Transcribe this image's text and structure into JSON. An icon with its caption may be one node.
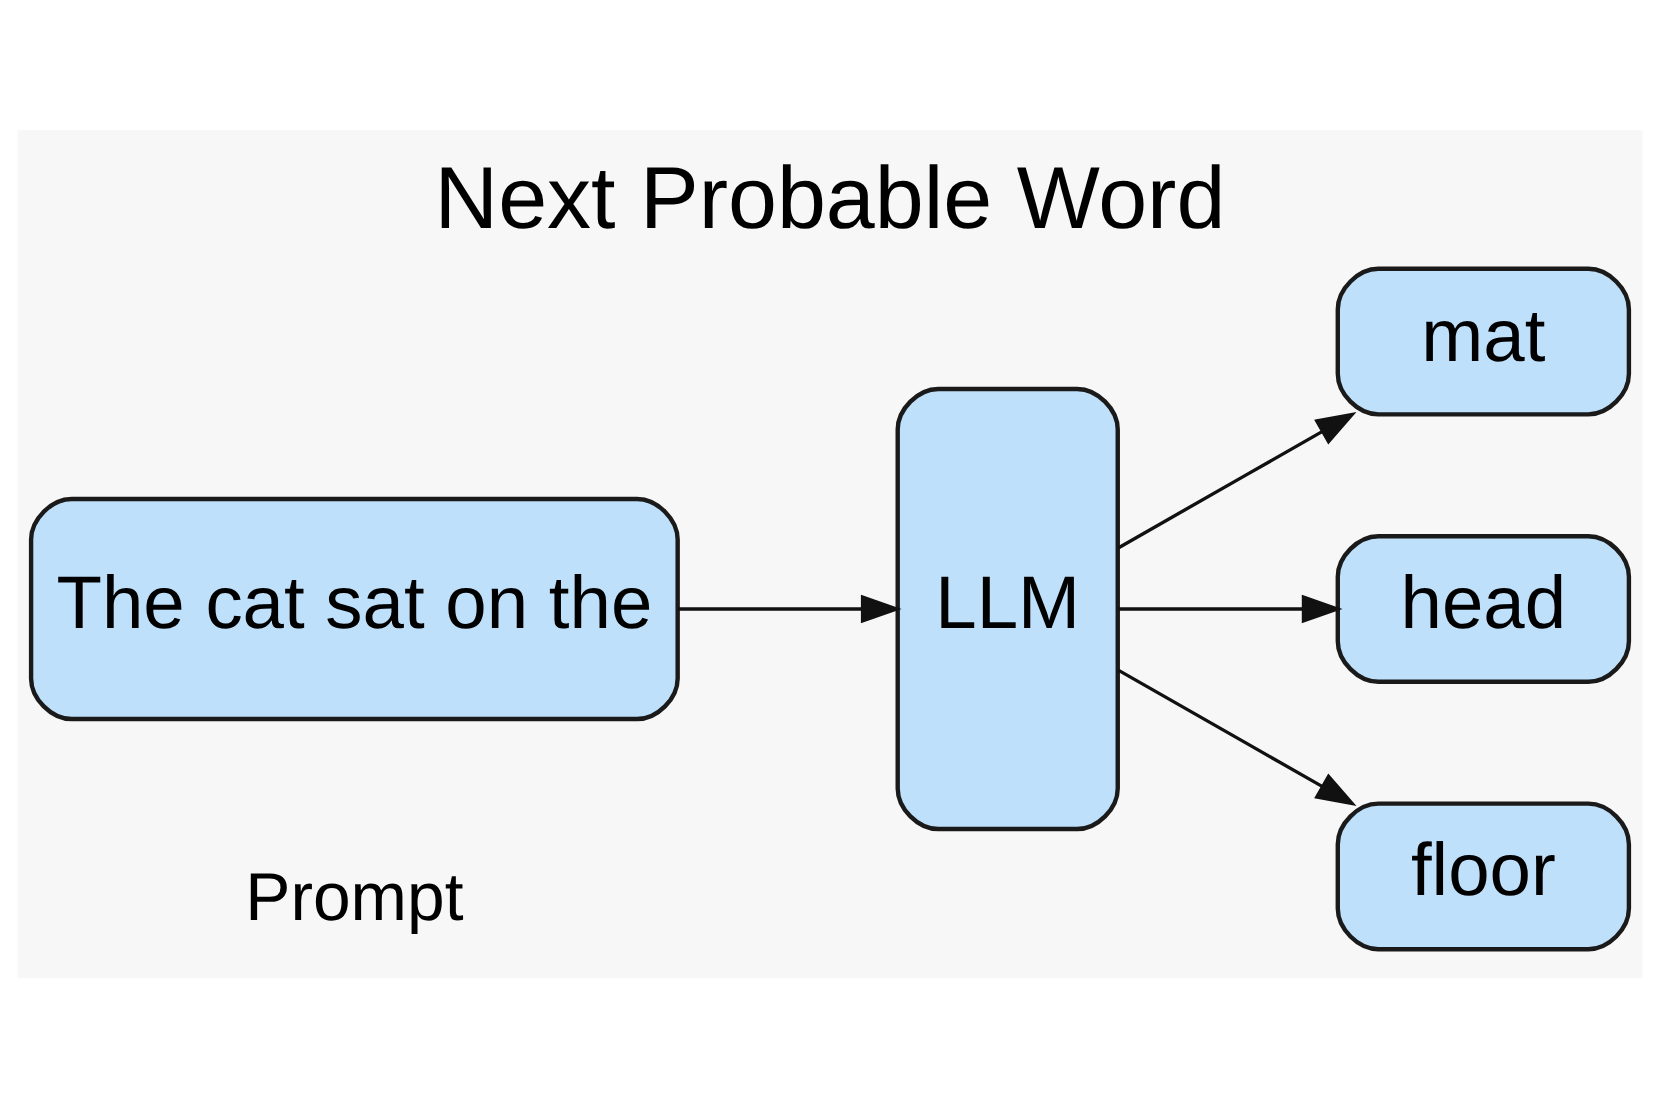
{
  "diagram": {
    "title": "Next Probable Word",
    "nodes": [
      {
        "text": [
          "The cat sat on the"
        ],
        "beside": [
          "Prompt"
        ]
      },
      {
        "text": [
          "LLM"
        ]
      },
      {
        "text": [
          "mat"
        ]
      },
      {
        "text": [
          "head"
        ]
      },
      {
        "text": [
          "floor"
        ]
      }
    ],
    "edges": [
      {
        "from": 0,
        "to": 1,
        "arrow": "to"
      },
      {
        "from": 1,
        "to": 2,
        "arrow": "to"
      },
      {
        "from": 1,
        "to": 3,
        "arrow": "to"
      },
      {
        "from": 1,
        "to": 4,
        "arrow": "to"
      }
    ]
  }
}
